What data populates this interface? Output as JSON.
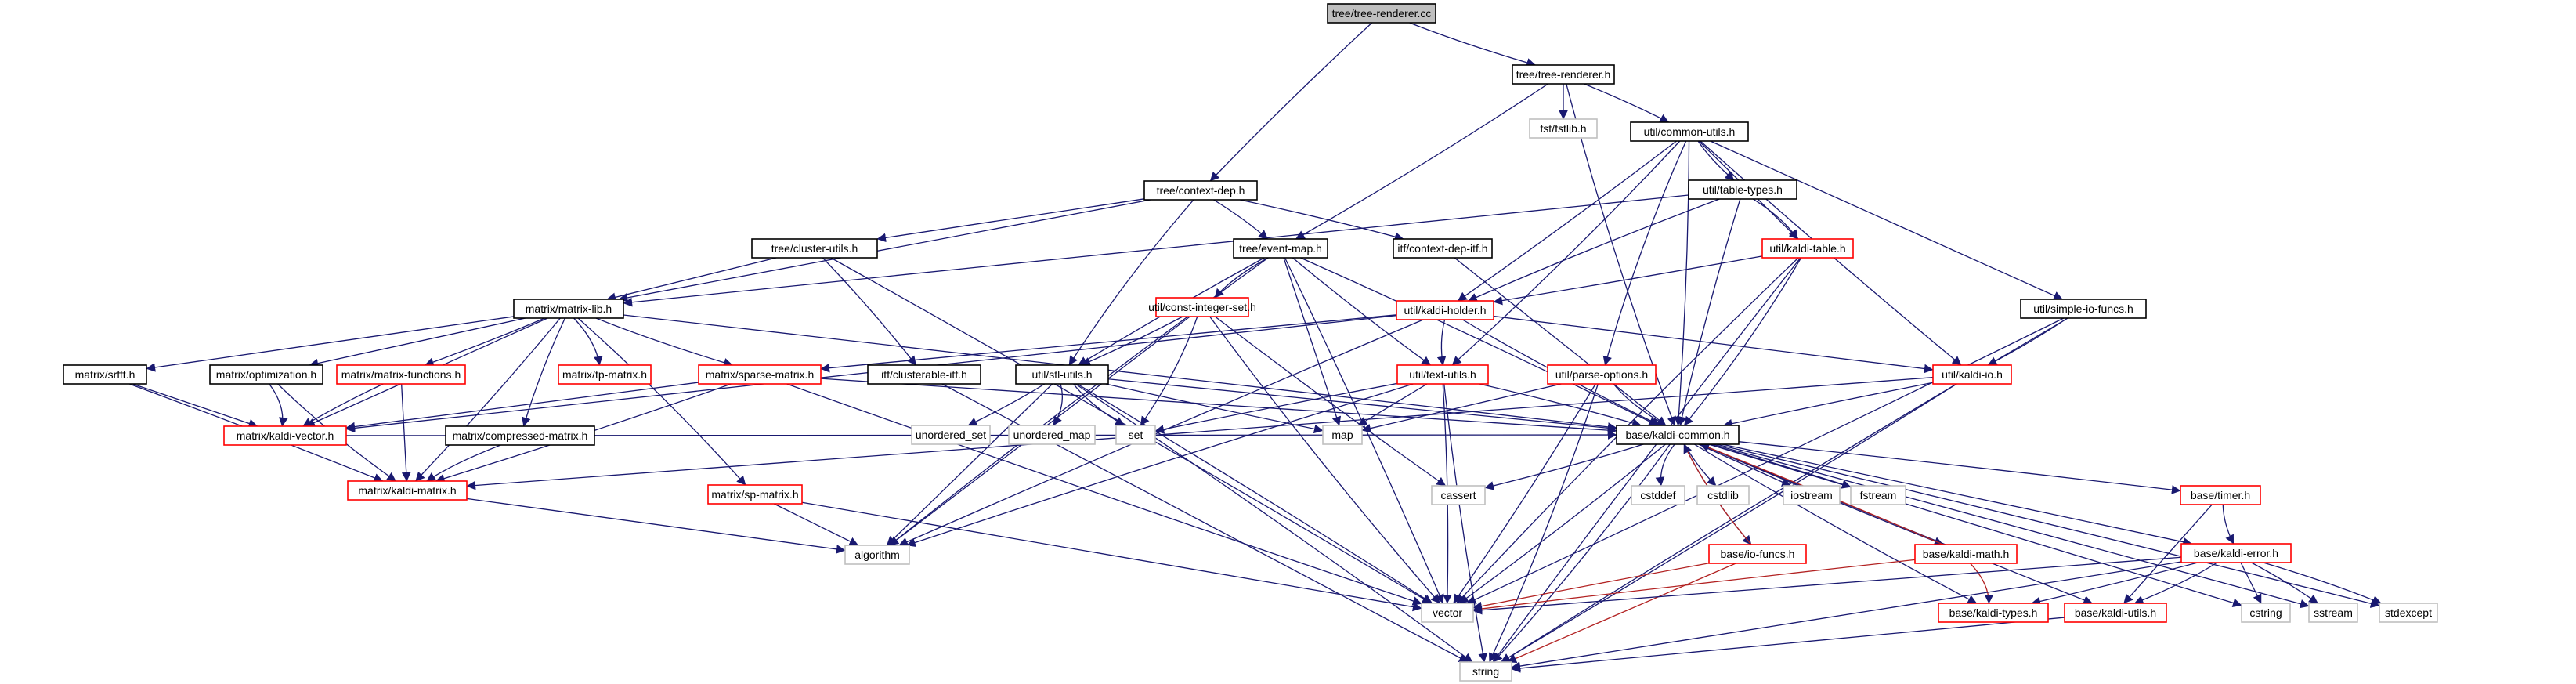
{
  "title": "tree/tree-renderer.cc",
  "style": {
    "edge_color": "#191970",
    "edge_color_alt": "#b22222",
    "root_fill": "#bfbfbf",
    "box_black": "#000000",
    "box_red": "#ff0000",
    "box_gray": "#bfbfbf"
  },
  "nodes": [
    {
      "id": "root",
      "label": "tree/tree-renderer.cc",
      "kind": "root"
    },
    {
      "id": "treerenderer",
      "label": "tree/tree-renderer.h",
      "kind": "black"
    },
    {
      "id": "fstlib",
      "label": "fst/fstlib.h",
      "kind": "gray"
    },
    {
      "id": "commonutils",
      "label": "util/common-utils.h",
      "kind": "black"
    },
    {
      "id": "tabletypes",
      "label": "util/table-types.h",
      "kind": "black"
    },
    {
      "id": "contextdep",
      "label": "tree/context-dep.h",
      "kind": "black"
    },
    {
      "id": "kalditable",
      "label": "util/kaldi-table.h",
      "kind": "red"
    },
    {
      "id": "clusterutils",
      "label": "tree/cluster-utils.h",
      "kind": "black"
    },
    {
      "id": "eventmap",
      "label": "tree/event-map.h",
      "kind": "black"
    },
    {
      "id": "ctxdepitf",
      "label": "itf/context-dep-itf.h",
      "kind": "black"
    },
    {
      "id": "constint",
      "label": "util/const-integer-set.h",
      "kind": "red"
    },
    {
      "id": "simpleio",
      "label": "util/simple-io-funcs.h",
      "kind": "black"
    },
    {
      "id": "matrixlib",
      "label": "matrix/matrix-lib.h",
      "kind": "black"
    },
    {
      "id": "kaldiholder",
      "label": "util/kaldi-holder.h",
      "kind": "red"
    },
    {
      "id": "srfft",
      "label": "matrix/srfft.h",
      "kind": "black"
    },
    {
      "id": "optimization",
      "label": "matrix/optimization.h",
      "kind": "black"
    },
    {
      "id": "matfuncs",
      "label": "matrix/matrix-functions.h",
      "kind": "red"
    },
    {
      "id": "tpmatrix",
      "label": "matrix/tp-matrix.h",
      "kind": "red"
    },
    {
      "id": "sparsematrix",
      "label": "matrix/sparse-matrix.h",
      "kind": "red"
    },
    {
      "id": "clusterable",
      "label": "itf/clusterable-itf.h",
      "kind": "black"
    },
    {
      "id": "stlutils",
      "label": "util/stl-utils.h",
      "kind": "black"
    },
    {
      "id": "textutils",
      "label": "util/text-utils.h",
      "kind": "red"
    },
    {
      "id": "parseoptions",
      "label": "util/parse-options.h",
      "kind": "red"
    },
    {
      "id": "kaldiio",
      "label": "util/kaldi-io.h",
      "kind": "red"
    },
    {
      "id": "kaldivector",
      "label": "matrix/kaldi-vector.h",
      "kind": "red"
    },
    {
      "id": "compressed",
      "label": "matrix/compressed-matrix.h",
      "kind": "black"
    },
    {
      "id": "unordered_set",
      "label": "unordered_set",
      "kind": "gray"
    },
    {
      "id": "unordered_map",
      "label": "unordered_map",
      "kind": "gray"
    },
    {
      "id": "set",
      "label": "set",
      "kind": "gray"
    },
    {
      "id": "map",
      "label": "map",
      "kind": "gray"
    },
    {
      "id": "kaldicommon",
      "label": "base/kaldi-common.h",
      "kind": "black"
    },
    {
      "id": "kaldimatrix",
      "label": "matrix/kaldi-matrix.h",
      "kind": "red"
    },
    {
      "id": "spmatrix",
      "label": "matrix/sp-matrix.h",
      "kind": "red"
    },
    {
      "id": "cassert",
      "label": "cassert",
      "kind": "gray"
    },
    {
      "id": "cstddef",
      "label": "cstddef",
      "kind": "gray"
    },
    {
      "id": "cstdlib",
      "label": "cstdlib",
      "kind": "gray"
    },
    {
      "id": "iostream",
      "label": "iostream",
      "kind": "gray"
    },
    {
      "id": "fstream",
      "label": "fstream",
      "kind": "gray"
    },
    {
      "id": "timer",
      "label": "base/timer.h",
      "kind": "red"
    },
    {
      "id": "algorithm",
      "label": "algorithm",
      "kind": "gray"
    },
    {
      "id": "iofuncs",
      "label": "base/io-funcs.h",
      "kind": "red"
    },
    {
      "id": "kaldimath",
      "label": "base/kaldi-math.h",
      "kind": "red"
    },
    {
      "id": "kaldierror",
      "label": "base/kaldi-error.h",
      "kind": "red"
    },
    {
      "id": "vector",
      "label": "vector",
      "kind": "gray"
    },
    {
      "id": "kalditypes",
      "label": "base/kaldi-types.h",
      "kind": "red"
    },
    {
      "id": "kaldiutils",
      "label": "base/kaldi-utils.h",
      "kind": "red"
    },
    {
      "id": "cstring",
      "label": "cstring",
      "kind": "gray"
    },
    {
      "id": "sstream",
      "label": "sstream",
      "kind": "gray"
    },
    {
      "id": "stdexcept",
      "label": "stdexcept",
      "kind": "gray"
    },
    {
      "id": "string",
      "label": "string",
      "kind": "gray"
    }
  ],
  "edges": [
    [
      "root",
      "treerenderer"
    ],
    [
      "root",
      "contextdep"
    ],
    [
      "treerenderer",
      "fstlib"
    ],
    [
      "treerenderer",
      "commonutils"
    ],
    [
      "treerenderer",
      "eventmap"
    ],
    [
      "treerenderer",
      "kaldicommon"
    ],
    [
      "commonutils",
      "tabletypes"
    ],
    [
      "commonutils",
      "kalditable"
    ],
    [
      "commonutils",
      "kaldiholder"
    ],
    [
      "commonutils",
      "textutils"
    ],
    [
      "commonutils",
      "parseoptions"
    ],
    [
      "commonutils",
      "kaldiio"
    ],
    [
      "commonutils",
      "simpleio"
    ],
    [
      "commonutils",
      "kaldicommon"
    ],
    [
      "tabletypes",
      "kalditable"
    ],
    [
      "tabletypes",
      "kaldiholder"
    ],
    [
      "tabletypes",
      "kaldicommon"
    ],
    [
      "tabletypes",
      "matrixlib"
    ],
    [
      "kalditable",
      "kaldiholder"
    ],
    [
      "kalditable",
      "kaldicommon"
    ],
    [
      "kalditable",
      "vector"
    ],
    [
      "kalditable",
      "string"
    ],
    [
      "contextdep",
      "clusterutils"
    ],
    [
      "contextdep",
      "eventmap"
    ],
    [
      "contextdep",
      "ctxdepitf"
    ],
    [
      "contextdep",
      "stlutils"
    ],
    [
      "contextdep",
      "matrixlib"
    ],
    [
      "clusterutils",
      "matrixlib"
    ],
    [
      "clusterutils",
      "clusterable"
    ],
    [
      "clusterutils",
      "vector"
    ],
    [
      "eventmap",
      "constint"
    ],
    [
      "eventmap",
      "stlutils"
    ],
    [
      "eventmap",
      "map"
    ],
    [
      "eventmap",
      "vector"
    ],
    [
      "eventmap",
      "kaldicommon"
    ],
    [
      "eventmap",
      "algorithm"
    ],
    [
      "eventmap",
      "textutils"
    ],
    [
      "ctxdepitf",
      "kaldicommon"
    ],
    [
      "constint",
      "stlutils"
    ],
    [
      "constint",
      "set"
    ],
    [
      "constint",
      "vector"
    ],
    [
      "constint",
      "cassert"
    ],
    [
      "constint",
      "algorithm"
    ],
    [
      "simpleio",
      "kaldiio"
    ],
    [
      "simpleio",
      "vector"
    ],
    [
      "simpleio",
      "string"
    ],
    [
      "matrixlib",
      "srfft"
    ],
    [
      "matrixlib",
      "optimization"
    ],
    [
      "matrixlib",
      "matfuncs"
    ],
    [
      "matrixlib",
      "tpmatrix"
    ],
    [
      "matrixlib",
      "sparsematrix"
    ],
    [
      "matrixlib",
      "compressed"
    ],
    [
      "matrixlib",
      "kaldivector"
    ],
    [
      "matrixlib",
      "kaldimatrix"
    ],
    [
      "matrixlib",
      "spmatrix"
    ],
    [
      "matrixlib",
      "kaldicommon"
    ],
    [
      "kaldiholder",
      "textutils"
    ],
    [
      "kaldiholder",
      "kaldiio"
    ],
    [
      "kaldiholder",
      "kaldivector"
    ],
    [
      "kaldiholder",
      "sparsematrix"
    ],
    [
      "kaldiholder",
      "kaldicommon"
    ],
    [
      "kaldiholder",
      "algorithm"
    ],
    [
      "srfft",
      "kaldivector"
    ],
    [
      "srfft",
      "kaldimatrix"
    ],
    [
      "optimization",
      "kaldivector"
    ],
    [
      "optimization",
      "kaldimatrix"
    ],
    [
      "matfuncs",
      "kaldivector"
    ],
    [
      "matfuncs",
      "kaldimatrix"
    ],
    [
      "sparsematrix",
      "kaldivector"
    ],
    [
      "sparsematrix",
      "kaldimatrix"
    ],
    [
      "sparsematrix",
      "vector"
    ],
    [
      "sparsematrix",
      "kaldicommon"
    ],
    [
      "clusterable",
      "string"
    ],
    [
      "stlutils",
      "unordered_set"
    ],
    [
      "stlutils",
      "unordered_map"
    ],
    [
      "stlutils",
      "set"
    ],
    [
      "stlutils",
      "map"
    ],
    [
      "stlutils",
      "algorithm"
    ],
    [
      "stlutils",
      "vector"
    ],
    [
      "stlutils",
      "string"
    ],
    [
      "stlutils",
      "kaldicommon"
    ],
    [
      "textutils",
      "set"
    ],
    [
      "textutils",
      "map"
    ],
    [
      "textutils",
      "vector"
    ],
    [
      "textutils",
      "kaldicommon"
    ],
    [
      "textutils",
      "algorithm"
    ],
    [
      "textutils",
      "string"
    ],
    [
      "parseoptions",
      "map"
    ],
    [
      "parseoptions",
      "vector"
    ],
    [
      "parseoptions",
      "string"
    ],
    [
      "parseoptions",
      "kaldicommon"
    ],
    [
      "kaldiio",
      "kaldicommon"
    ],
    [
      "kaldiio",
      "kaldimatrix"
    ],
    [
      "kaldiio",
      "string"
    ],
    [
      "kaldivector",
      "kaldicommon"
    ],
    [
      "compressed",
      "kaldimatrix"
    ],
    [
      "kaldimatrix",
      "algorithm"
    ],
    [
      "spmatrix",
      "algorithm"
    ],
    [
      "spmatrix",
      "vector"
    ],
    [
      "kaldicommon",
      "cassert"
    ],
    [
      "kaldicommon",
      "cstddef"
    ],
    [
      "kaldicommon",
      "cstdlib"
    ],
    [
      "kaldicommon",
      "iostream"
    ],
    [
      "kaldicommon",
      "fstream"
    ],
    [
      "kaldicommon",
      "timer"
    ],
    [
      "kaldicommon",
      "iofuncs"
    ],
    [
      "kaldicommon",
      "kaldimath"
    ],
    [
      "kaldicommon",
      "kaldierror"
    ],
    [
      "kaldicommon",
      "vector"
    ],
    [
      "kaldicommon",
      "string"
    ],
    [
      "kaldicommon",
      "kalditypes"
    ],
    [
      "kaldicommon",
      "kaldiutils"
    ],
    [
      "kaldicommon",
      "cstring"
    ],
    [
      "kaldicommon",
      "sstream"
    ],
    [
      "kaldicommon",
      "stdexcept"
    ],
    [
      "iofuncs",
      "kaldicommon"
    ],
    [
      "iofuncs",
      "vector"
    ],
    [
      "iofuncs",
      "string"
    ],
    [
      "kaldimath",
      "kaldicommon"
    ],
    [
      "kaldimath",
      "kalditypes"
    ],
    [
      "kaldimath",
      "vector"
    ],
    [
      "timer",
      "kaldierror"
    ],
    [
      "timer",
      "kaldiutils"
    ],
    [
      "kaldierror",
      "kalditypes"
    ],
    [
      "kaldierror",
      "kaldiutils"
    ],
    [
      "kaldierror",
      "vector"
    ],
    [
      "kaldierror",
      "string"
    ],
    [
      "kaldierror",
      "cstring"
    ],
    [
      "kaldierror",
      "sstream"
    ],
    [
      "kaldierror",
      "stdexcept"
    ],
    [
      "kaldiutils",
      "string"
    ]
  ]
}
